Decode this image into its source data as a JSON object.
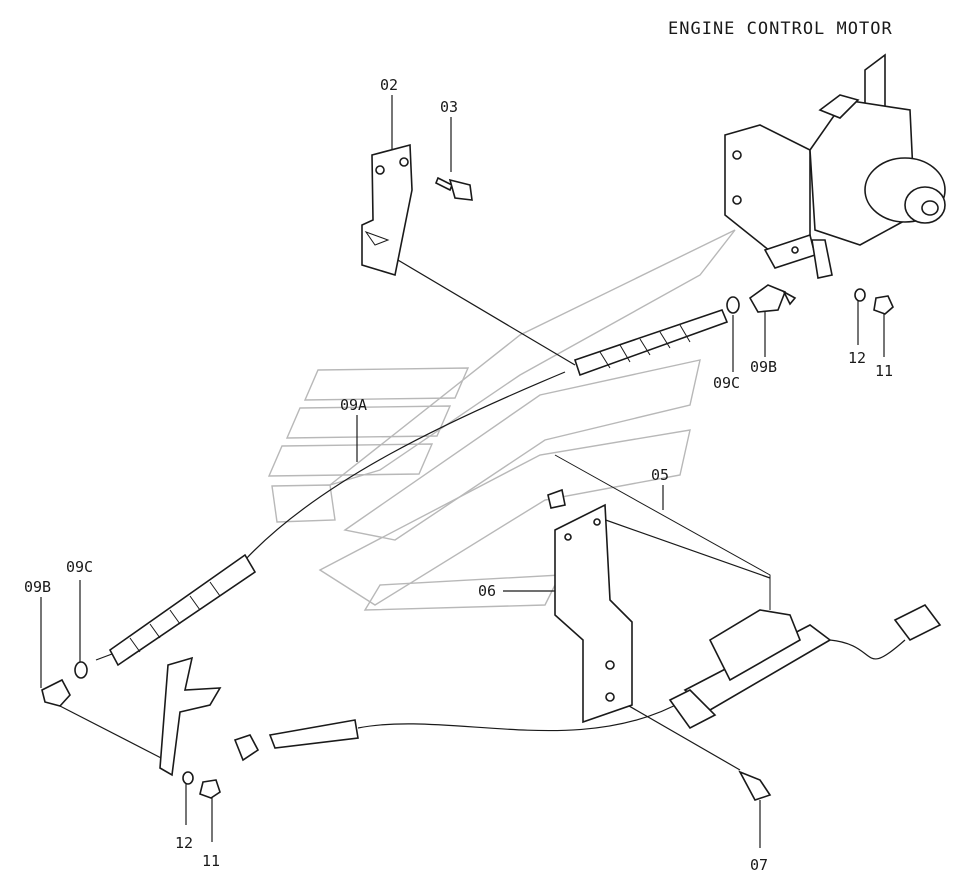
{
  "title": "ENGINE CONTROL MOTOR",
  "labels": {
    "p02": "02",
    "p03": "03",
    "p05": "05",
    "p06": "06",
    "p07": "07",
    "p09a": "09A",
    "p09b_top": "09B",
    "p09c_top": "09C",
    "p09b_left": "09B",
    "p09c_left": "09C",
    "p11_top": "11",
    "p12_top": "12",
    "p11_bottom": "11",
    "p12_bottom": "12"
  }
}
